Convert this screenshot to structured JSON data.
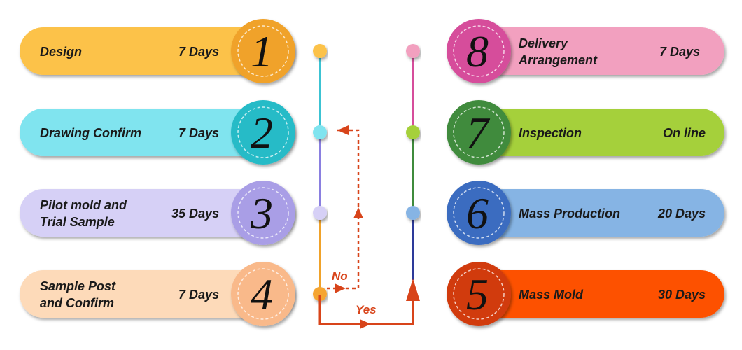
{
  "steps": [
    {
      "number": "1",
      "title": [
        "Design"
      ],
      "duration": "7 Days",
      "pill_color": "#fcc24a",
      "circle_color": "#f0a22a",
      "dot_color": "#fcc24a"
    },
    {
      "number": "2",
      "title": [
        "Drawing Confirm"
      ],
      "duration": "7 Days",
      "pill_color": "#80e4ef",
      "circle_color": "#27bbc7",
      "dot_color": "#80e4ef"
    },
    {
      "number": "3",
      "title": [
        "Pilot mold and",
        "Trial Sample"
      ],
      "duration": "35 Days",
      "pill_color": "#d6d0f6",
      "circle_color": "#a99ee6",
      "dot_color": "#d6d0f6"
    },
    {
      "number": "4",
      "title": [
        "Sample Post",
        "and Confirm"
      ],
      "duration": "7 Days",
      "pill_color": "#fddab9",
      "circle_color": "#f9b98a",
      "dot_color": "#f5a533"
    },
    {
      "number": "5",
      "title": [
        "Mass Mold"
      ],
      "duration": "30 Days",
      "pill_color": "#fd5100",
      "circle_color": "#d13b10",
      "dot_color": "#fd5100"
    },
    {
      "number": "6",
      "title": [
        "Mass Production"
      ],
      "duration": "20 Days",
      "pill_color": "#86b4e4",
      "circle_color": "#3b6cc0",
      "dot_color": "#86b4e4"
    },
    {
      "number": "7",
      "title": [
        "Inspection"
      ],
      "duration": "On line",
      "pill_color": "#a5d03b",
      "circle_color": "#3f8b3c",
      "dot_color": "#a5d03b"
    },
    {
      "number": "8",
      "title": [
        "Delivery",
        "Arrangement"
      ],
      "duration": "7 Days",
      "pill_color": "#f2a0bf",
      "circle_color": "#d64e9b",
      "dot_color": "#f2a0bf"
    }
  ],
  "flow": {
    "no_label": "No",
    "yes_label": "Yes",
    "arrow_color": "#d8441a"
  },
  "line_colors": {
    "left": [
      "#3cc3d3",
      "#8a7fe0",
      "#f0a22a"
    ],
    "right": [
      "#d64e9b",
      "#3f8b3c",
      "#2d3a9a"
    ]
  }
}
